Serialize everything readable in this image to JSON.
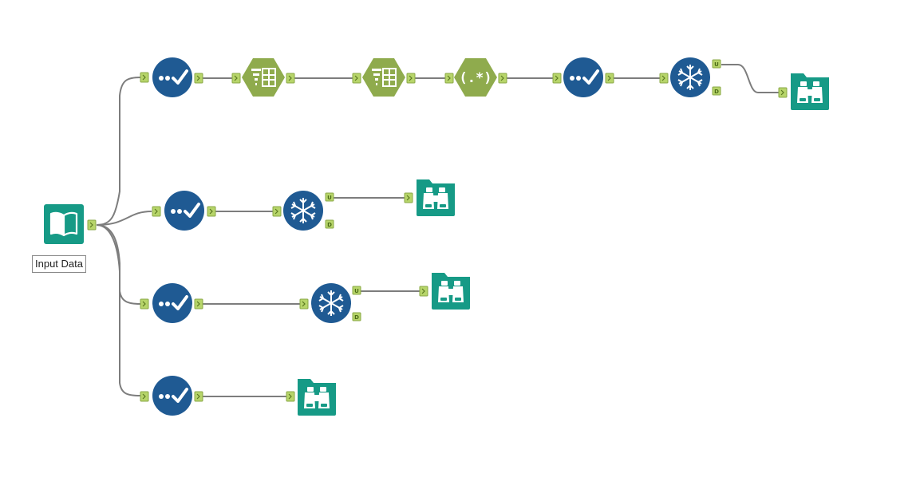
{
  "workflow": {
    "input_label": "Input Data",
    "colors": {
      "select": "#1f5a93",
      "formula": "#8fab4d",
      "browse": "#169a86",
      "input": "#169a86",
      "anchor": "#b7d56a",
      "connector": "#7d7d7d"
    },
    "anchor_u_label": "U",
    "anchor_d_label": "D"
  }
}
